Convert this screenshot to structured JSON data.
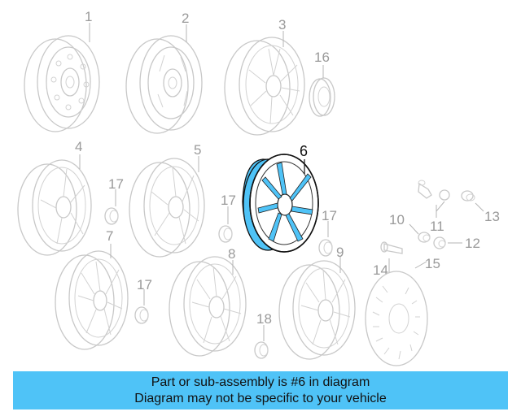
{
  "callouts": {
    "c1": "1",
    "c2": "2",
    "c3": "3",
    "c4": "4",
    "c5": "5",
    "c6": "6",
    "c7": "7",
    "c8": "8",
    "c9": "9",
    "c10": "10",
    "c11": "11",
    "c12": "12",
    "c13": "13",
    "c14": "14",
    "c15": "15",
    "c16": "16",
    "c17a": "17",
    "c17b": "17",
    "c17c": "17",
    "c17d": "17",
    "c18": "18"
  },
  "highlighted_part": "6",
  "colors": {
    "highlight": "#4fc3f7",
    "part_outline": "#c8c8c8",
    "banner": "#4fc3f7"
  },
  "banner": {
    "line1": "Part or sub-assembly is #6 in diagram",
    "line2": "Diagram may not be specific to your vehicle"
  }
}
